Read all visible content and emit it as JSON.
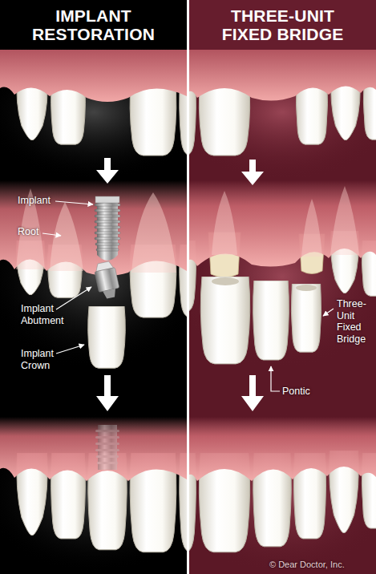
{
  "diagram": {
    "nodes": [
      {
        "text": [
          "IMPLANT RESTORATION"
        ]
      },
      {
        "text": [
          "THREE-UNIT FIXED BRIDGE"
        ]
      }
    ],
    "labels": [
      "Implant",
      "Root",
      "Implant Abutment",
      "Implant Crown",
      "Three-Unit Fixed Bridge",
      "Pontic",
      "© Dear Doctor, Inc."
    ]
  }
}
